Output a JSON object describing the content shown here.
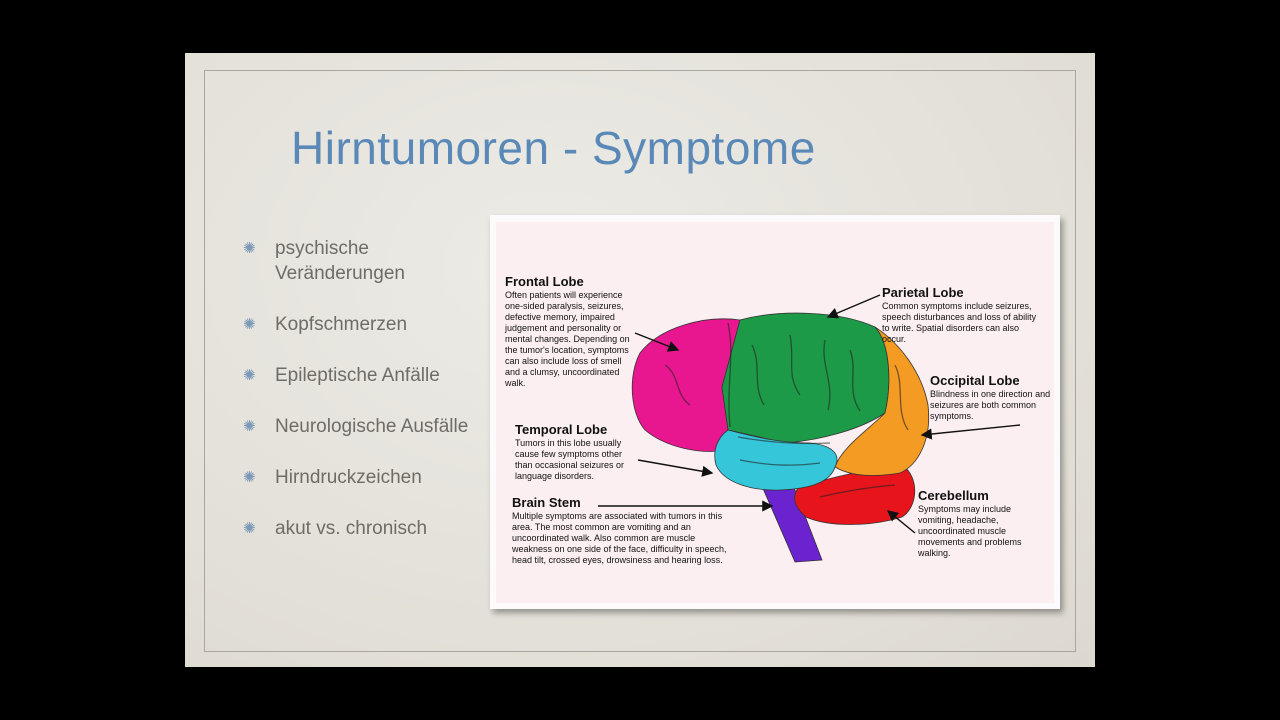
{
  "slide": {
    "title": "Hirntumoren - Symptome",
    "bullets": [
      "psychische Veränderungen",
      "Kopfschmerzen",
      "Epileptische Anfälle",
      "Neurologische Ausfälle",
      "Hirndruckzeichen",
      "akut vs. chronisch"
    ]
  },
  "diagram": {
    "frontal": {
      "title": "Frontal Lobe",
      "text": "Often patients will experi­ence one-sided paralysis, seizures, defective memory, impaired judgement and personality or mental changes. Depending on the tumor's location, symptoms can also include loss of smell and a clumsy, uncoor­dinated walk."
    },
    "parietal": {
      "title": "Parietal Lobe",
      "text": "Common symptoms include seizures, speech disturbances and loss of ability to write. Spatial disorders can also occur."
    },
    "occipital": {
      "title": "Occipital Lobe",
      "text": "Blindness in one direction and seizures are both common symptoms."
    },
    "temporal": {
      "title": "Temporal Lobe",
      "text": "Tumors in this lobe usually cause few symptoms other than occasional seizures or language disorders."
    },
    "brainstem": {
      "title": "Brain Stem",
      "text": "Multiple symptoms are associated with tumors in this area. The most common are vomiting and an uncoordinated walk. Also common are muscle weakness on one side of the face, difficulty in speech, head tilt, crossed eyes, drowsiness and hearing loss."
    },
    "cerebellum": {
      "title": "Cerebellum",
      "text": "Symptoms may include vomiting, headache, uncoordinated muscle movements and problems walking."
    },
    "colors": {
      "frontal": "#e8168f",
      "parietal": "#1d9a48",
      "occipital": "#f39b22",
      "temporal": "#35c6d9",
      "cerebellum": "#e8141b",
      "brainstem": "#6b23cf"
    }
  }
}
